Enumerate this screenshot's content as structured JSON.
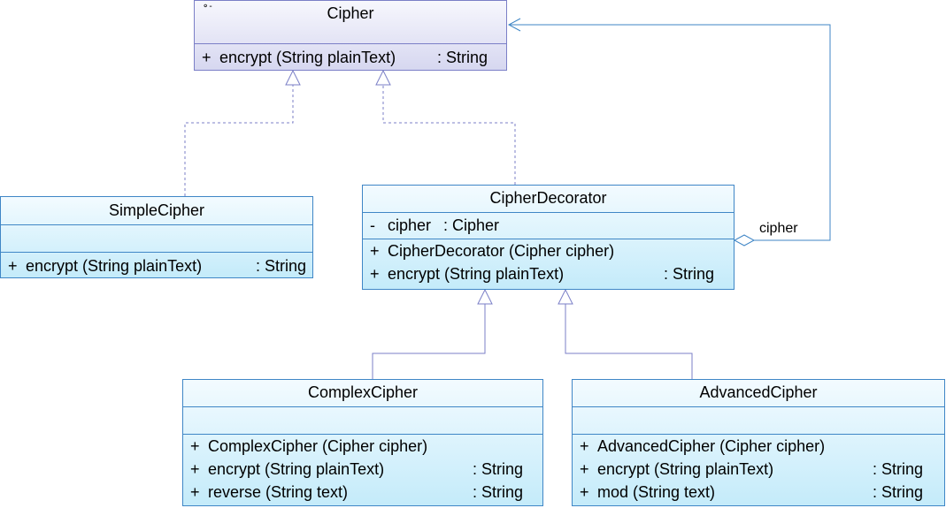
{
  "classes": {
    "cipher": {
      "name": "Cipher",
      "interface_marker": "⚬-",
      "operations": [
        {
          "vis": "+",
          "sig": "encrypt (String plainText)",
          "ret": ": String"
        }
      ]
    },
    "simple_cipher": {
      "name": "SimpleCipher",
      "operations": [
        {
          "vis": "+",
          "sig": "encrypt (String plainText)",
          "ret": ": String"
        }
      ]
    },
    "cipher_decorator": {
      "name": "CipherDecorator",
      "attributes": [
        {
          "vis": "-",
          "sig": "cipher",
          "ret": ": Cipher"
        }
      ],
      "operations": [
        {
          "vis": "+",
          "sig": "CipherDecorator (Cipher cipher)",
          "ret": ""
        },
        {
          "vis": "+",
          "sig": "encrypt (String plainText)",
          "ret": ": String"
        }
      ]
    },
    "complex_cipher": {
      "name": "ComplexCipher",
      "operations": [
        {
          "vis": "+",
          "sig": "ComplexCipher (Cipher cipher)",
          "ret": ""
        },
        {
          "vis": "+",
          "sig": "encrypt (String plainText)",
          "ret": ": String"
        },
        {
          "vis": "+",
          "sig": "reverse (String text)",
          "ret": ": String"
        }
      ]
    },
    "advanced_cipher": {
      "name": "AdvancedCipher",
      "operations": [
        {
          "vis": "+",
          "sig": "AdvancedCipher (Cipher cipher)",
          "ret": ""
        },
        {
          "vis": "+",
          "sig": "encrypt (String plainText)",
          "ret": ": String"
        },
        {
          "vis": "+",
          "sig": "mod (String text)",
          "ret": ": String"
        }
      ]
    }
  },
  "associations": {
    "decorator_cipher_role": "cipher"
  },
  "colors": {
    "class_border": "#3f86c6",
    "interface_border": "#7b7fc7",
    "connector": "#7b7fc7",
    "association": "#3f86c6"
  }
}
